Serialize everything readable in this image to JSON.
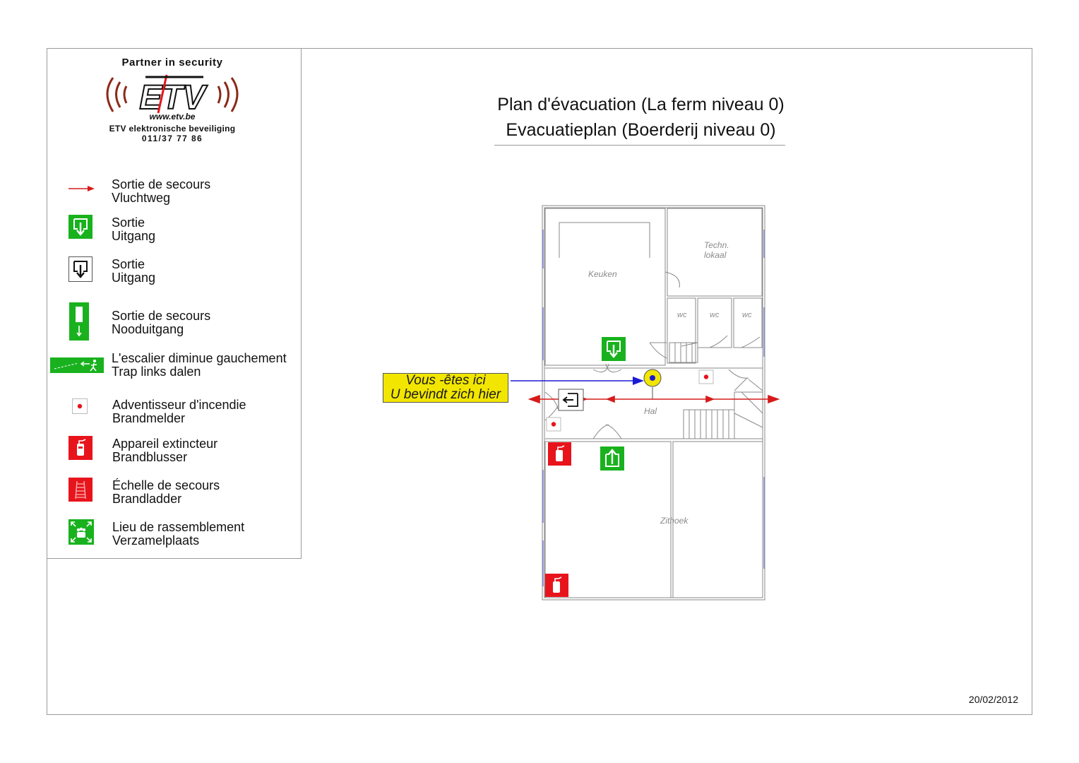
{
  "logo": {
    "tagline": "Partner in security",
    "mark": "ETV",
    "website": "www.etv.be",
    "company": "ETV elektronische beveiliging",
    "phone": "011/37 77 86"
  },
  "title": {
    "line1": "Plan d'évacuation (La ferm niveau 0)",
    "line2": "Evacuatieplan (Boerderij niveau 0)"
  },
  "legend": [
    {
      "icon": "escape-route-arrow-icon",
      "line1": "Sortie de secours",
      "line2": "Vluchtweg"
    },
    {
      "icon": "exit-sign-green-icon",
      "line1": "Sortie",
      "line2": "Uitgang"
    },
    {
      "icon": "exit-sign-outline-icon",
      "line1": "Sortie",
      "line2": "Uitgang"
    },
    {
      "icon": "emergency-exit-sign-icon",
      "line1": "Sortie de secours",
      "line2": "Nooduitgang"
    },
    {
      "icon": "stairs-down-left-sign-icon",
      "line1": "L'escalier diminue gauchement",
      "line2": "Trap links dalen"
    },
    {
      "icon": "fire-alarm-button-icon",
      "line1": "Adventisseur d'incendie",
      "line2": "Brandmelder"
    },
    {
      "icon": "fire-extinguisher-icon",
      "line1": "Appareil extincteur",
      "line2": "Brandblusser"
    },
    {
      "icon": "fire-ladder-icon",
      "line1": "Échelle de secours",
      "line2": "Brandladder"
    },
    {
      "icon": "assembly-point-icon",
      "line1": "Lieu de rassemblement",
      "line2": "Verzamelplaats"
    }
  ],
  "you_are_here": {
    "line1": "Vous -êtes ici",
    "line2": "U bevindt zich hier"
  },
  "rooms": {
    "keuken": "Keuken",
    "techn_line1": "Techn.",
    "techn_line2": "lokaal",
    "wc1": "wc",
    "wc2": "wc",
    "wc3": "wc",
    "hal": "Hal",
    "zithoek": "Zithoek"
  },
  "colors": {
    "exit_green": "#19b21e",
    "fire_red": "#e8141c",
    "route_red": "#d51b1b",
    "marker_yellow": "#f2e600",
    "pointer_blue": "#1b1bd5",
    "window_blue": "#8c8fd8"
  },
  "date": "20/02/2012"
}
